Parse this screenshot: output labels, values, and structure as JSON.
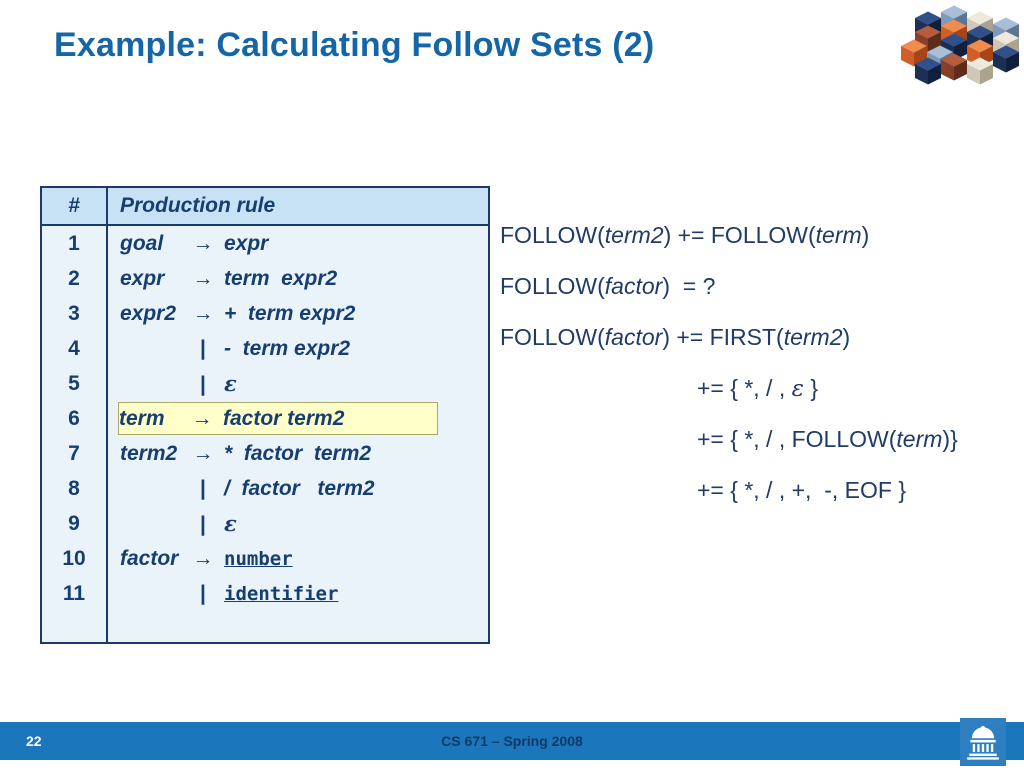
{
  "title": "Example: Calculating Follow Sets (2)",
  "colors": {
    "title": "#1566A6",
    "navy": "#163E70",
    "text": "#1F3B66",
    "header_bg": "#C7E2F4",
    "table_bg": "#EAF3FA",
    "border": "#1A3A6B",
    "highlight": "#FFFFC9",
    "footer_bg": "#1B76BC",
    "footer_course_text": "#0F3A66",
    "footer_logo_bg": "#2E7FC2"
  },
  "table": {
    "headers": [
      "#",
      "Production rule"
    ],
    "rows": [
      {
        "num": "1",
        "lhs": "goal",
        "op": "→",
        "rhs": "expr",
        "highlight": false,
        "mono": false
      },
      {
        "num": "2",
        "lhs": "expr",
        "op": "→",
        "rhs": "term  expr2",
        "highlight": false,
        "mono": false
      },
      {
        "num": "3",
        "lhs": "expr2",
        "op": "→",
        "rhs": "+  term expr2",
        "highlight": false,
        "mono": false
      },
      {
        "num": "4",
        "lhs": "",
        "op": "|",
        "rhs": "-  term expr2",
        "highlight": false,
        "mono": false
      },
      {
        "num": "5",
        "lhs": "",
        "op": "|",
        "rhs": "ε",
        "highlight": false,
        "mono": false
      },
      {
        "num": "6",
        "lhs": "term",
        "op": "→",
        "rhs": "factor term2",
        "highlight": true,
        "mono": false
      },
      {
        "num": "7",
        "lhs": "term2",
        "op": "→",
        "rhs": "*  factor  term2",
        "highlight": false,
        "mono": false
      },
      {
        "num": "8",
        "lhs": "",
        "op": "|",
        "rhs": "/  factor   term2",
        "highlight": false,
        "mono": false
      },
      {
        "num": "9",
        "lhs": "",
        "op": "|",
        "rhs": "ε",
        "highlight": false,
        "mono": false
      },
      {
        "num": "10",
        "lhs": "factor",
        "op": "→",
        "rhs": "number",
        "highlight": false,
        "mono": true
      },
      {
        "num": "11",
        "lhs": "",
        "op": "|",
        "rhs": "identifier",
        "highlight": false,
        "mono": true
      }
    ]
  },
  "follow": {
    "lines": [
      {
        "indent": false,
        "parts": [
          {
            "t": "FOLLOW("
          },
          {
            "t": "term2",
            "i": true
          },
          {
            "t": ") += FOLLOW("
          },
          {
            "t": "term",
            "i": true
          },
          {
            "t": ")"
          }
        ]
      },
      {
        "indent": false,
        "parts": [
          {
            "t": "FOLLOW("
          },
          {
            "t": "factor",
            "i": true
          },
          {
            "t": ")  = ?"
          }
        ]
      },
      {
        "indent": false,
        "parts": [
          {
            "t": "FOLLOW("
          },
          {
            "t": "factor",
            "i": true
          },
          {
            "t": ") += FIRST("
          },
          {
            "t": "term2",
            "i": true
          },
          {
            "t": ")"
          }
        ]
      },
      {
        "indent": true,
        "parts": [
          {
            "t": "+= { *, / , "
          },
          {
            "t": "ε",
            "i": true
          },
          {
            "t": " }"
          }
        ]
      },
      {
        "indent": true,
        "parts": [
          {
            "t": "+= { *, / , FOLLOW("
          },
          {
            "t": "term",
            "i": true
          },
          {
            "t": ")}"
          }
        ]
      },
      {
        "indent": true,
        "parts": [
          {
            "t": "+= { *, / , +,  -, EOF }"
          }
        ]
      }
    ]
  },
  "footer": {
    "page_number": "22",
    "course": "CS 671 – Spring 2008"
  },
  "icons": {
    "top_right": "cubes-3d-logo",
    "footer_right": "uva-rotunda-logo"
  }
}
